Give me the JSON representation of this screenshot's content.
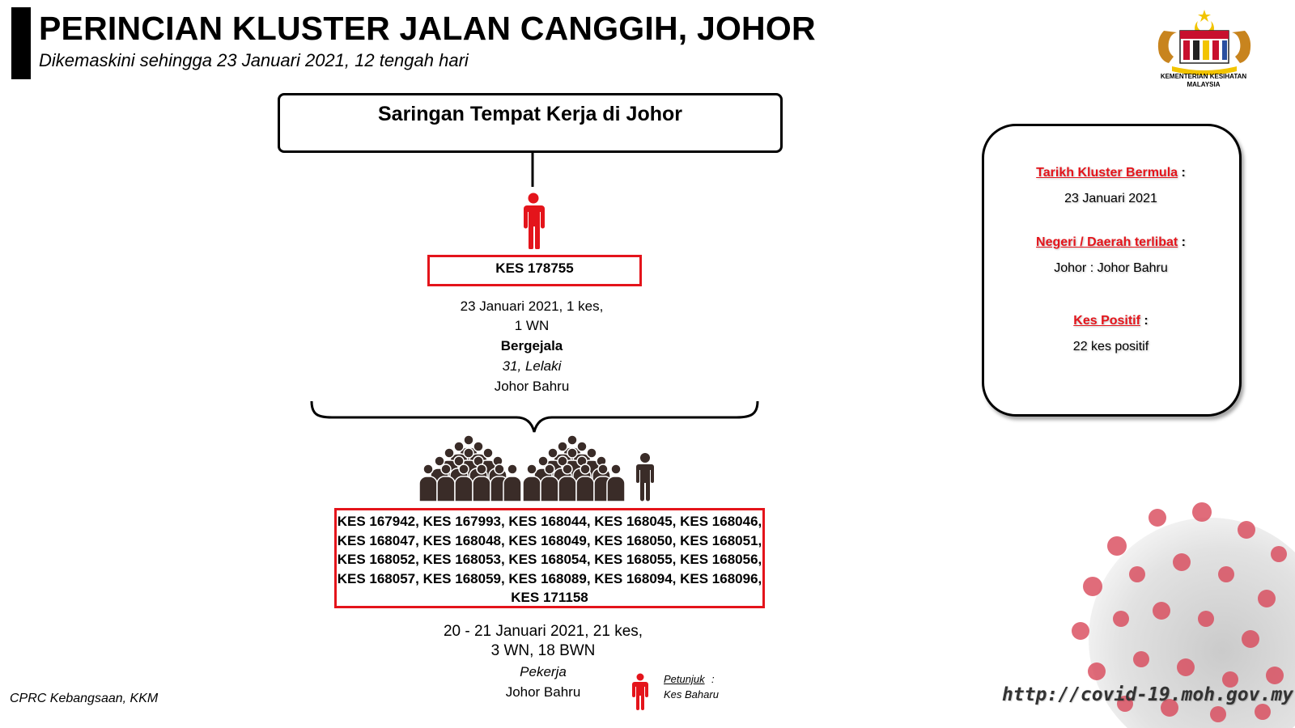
{
  "header": {
    "title": "PERINCIAN KLUSTER JALAN CANGGIH, JOHOR",
    "subtitle": "Dikemaskini sehingga 23 Januari 2021, 12 tengah hari"
  },
  "logo": {
    "icon": "malaysia-coat-of-arms",
    "line1": "KEMENTERIAN KESIHATAN",
    "line2": "MALAYSIA"
  },
  "source": {
    "label": "Saringan Tempat Kerja di Johor"
  },
  "index_case": {
    "label": "KES 178755",
    "details": [
      "23 Januari 2021, 1 kes,",
      "1 WN",
      "Bergejala",
      "31, Lelaki",
      "Johor Bahru"
    ]
  },
  "contacts": {
    "cases": [
      "KES 167942, KES 167993, KES 168044, KES 168045, KES 168046,",
      "KES 168047, KES 168048, KES 168049, KES 168050, KES 168051,",
      "KES 168052, KES 168053, KES 168054, KES 168055, KES 168056,",
      "KES 168057, KES 168059, KES 168089, KES 168094, KES 168096,",
      "KES 171158"
    ],
    "details": [
      "20 - 21 Januari 2021, 21 kes,",
      "3 WN, 18 BWN",
      "Pekerja",
      "Johor Bahru"
    ]
  },
  "summary": {
    "start_heading": "Tarikh Kluster Bermula",
    "start_value": "23 Januari 2021",
    "state_heading": "Negeri / Daerah terlibat",
    "state_value": "Johor : Johor Bahru",
    "positive_heading": "Kes Positif",
    "positive_value": "22 kes positif",
    "colon": ":"
  },
  "legend": {
    "title": "Petunjuk",
    "colon": ":",
    "label": "Kes Baharu"
  },
  "footer": {
    "source": "CPRC Kebangsaan, KKM",
    "url": "http://covid-19.moh.gov.my"
  },
  "colors": {
    "accent_red": "#e4141b",
    "figure_dark": "#3a2c28"
  }
}
